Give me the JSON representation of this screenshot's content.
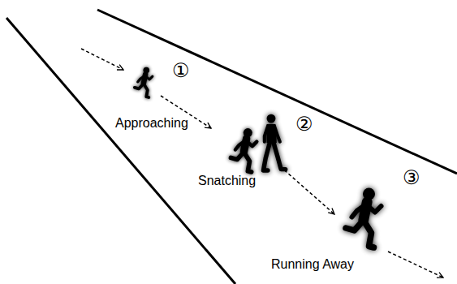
{
  "diagram": {
    "labels": [
      "①",
      "Approaching",
      "②",
      "Snatching",
      "③",
      "Running Away"
    ]
  }
}
